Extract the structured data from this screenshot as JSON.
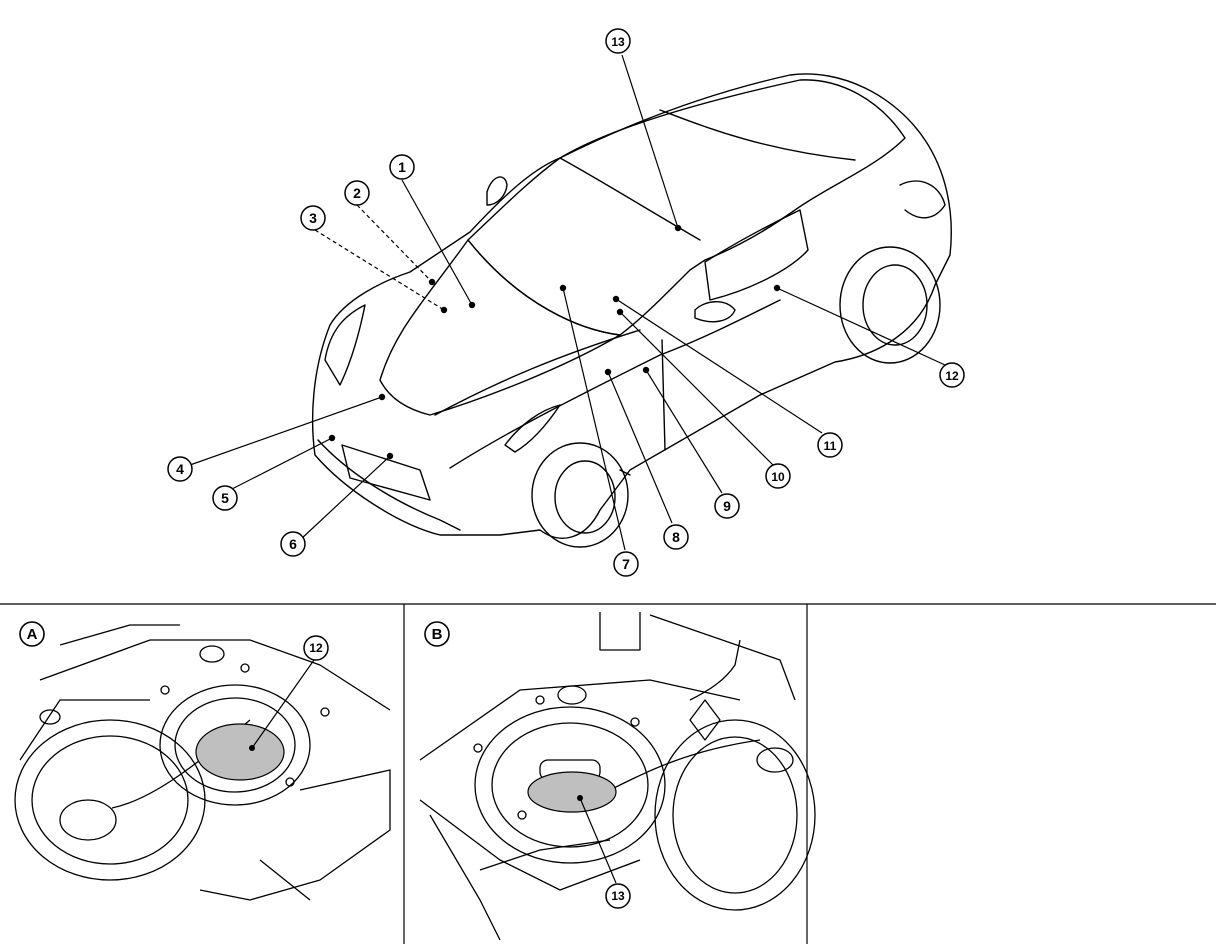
{
  "callouts": {
    "c1": "1",
    "c2": "2",
    "c3": "3",
    "c4": "4",
    "c5": "5",
    "c6": "6",
    "c7": "7",
    "c8": "8",
    "c9": "9",
    "c10": "10",
    "c11": "11",
    "c12": "12",
    "c13": "13"
  },
  "panels": {
    "a": {
      "label": "A",
      "callout": "12"
    },
    "b": {
      "label": "B",
      "callout": "13"
    }
  }
}
